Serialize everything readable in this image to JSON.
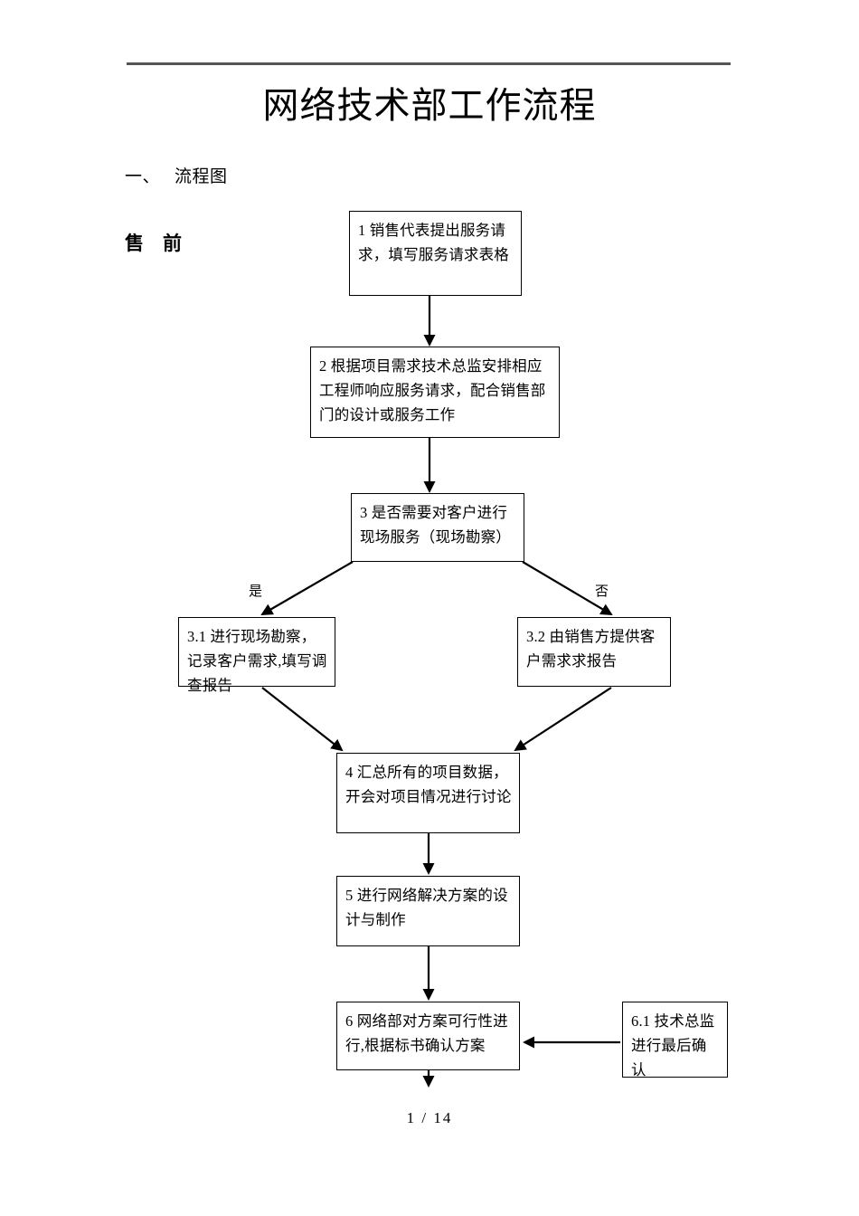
{
  "document": {
    "title": "网络技术部工作流程",
    "section_number": "一、",
    "section_title": "流程图",
    "phase_label_part1": "售",
    "phase_label_part2": "前",
    "footer": "1 / 14"
  },
  "flowchart": {
    "nodes": [
      {
        "id": "1",
        "text": "1 销售代表提出服务请求，填写服务请求表格"
      },
      {
        "id": "2",
        "text": "2 根据项目需求技术总监安排相应工程师响应服务请求，配合销售部门的设计或服务工作"
      },
      {
        "id": "3",
        "text": "3 是否需要对客户进行现场服务（现场勘察）"
      },
      {
        "id": "3.1",
        "text": "3.1 进行现场勘察，记录客户需求,填写调查报告"
      },
      {
        "id": "3.2",
        "text": "3.2 由销售方提供客户需求求报告"
      },
      {
        "id": "4",
        "text": "4 汇总所有的项目数据，开会对项目情况进行讨论"
      },
      {
        "id": "5",
        "text": "5  进行网络解决方案的设计与制作"
      },
      {
        "id": "6",
        "text": "6  网络部对方案可行性进行,根据标书确认方案"
      },
      {
        "id": "6.1",
        "text": "6.1 技术总监进行最后确认"
      }
    ],
    "branch_labels": {
      "yes": "是",
      "no": "否"
    }
  },
  "colors": {
    "rule": "#555555",
    "stroke": "#000000",
    "background": "#ffffff"
  }
}
